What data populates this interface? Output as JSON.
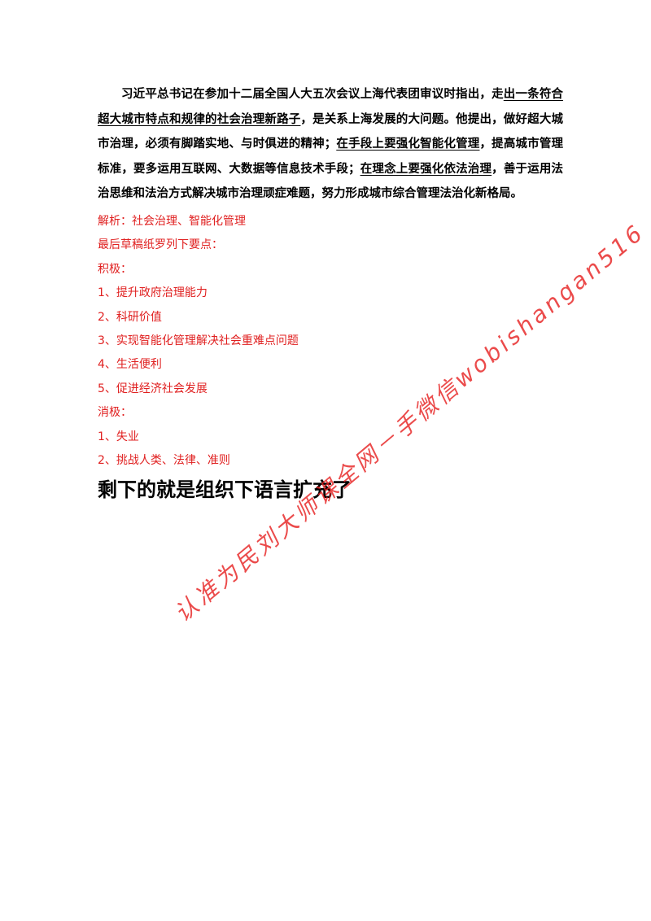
{
  "document": {
    "intro": {
      "seg1": "习近平总书记在参加十二届全国人大五次会议上海代表团审议时指出，走",
      "seg2_underlined": "出一条符合超大城市特点和规律的社会治理新路子",
      "seg3": "，是关系上海发展的大问题。他提出，做好超大城市治理，必须有脚踏实地、与时俱进的精神；",
      "seg4_underlined": "在手段上要强化智能化管理",
      "seg5": "，提高城市管理标准，要多运用互联网、大数据等信息技术手段；",
      "seg6_underlined": "在理念上要强化依法治理",
      "seg7": "，善于运用法治思维和法治方式解决城市治理顽症难题，努力形成城市综合管理法治化新格局。"
    },
    "notes": [
      "解析：社会治理、智能化管理",
      "最后草稿纸罗列下要点：",
      "积极：",
      "1、提升政府治理能力",
      "2、科研价值",
      "3、实现智能化管理解决社会重难点问题",
      "4、生活便利",
      "5、促进经济社会发展",
      "消极：",
      "1、失业",
      "2、挑战人类、法律、准则"
    ],
    "headline": "剩下的就是组织下语言扩充了",
    "watermark": "认准为民刘大师课全网－手微信wobishangan516"
  },
  "colors": {
    "text": "#000000",
    "notes_red": "#e02020",
    "watermark_red": "#e61e1e"
  }
}
